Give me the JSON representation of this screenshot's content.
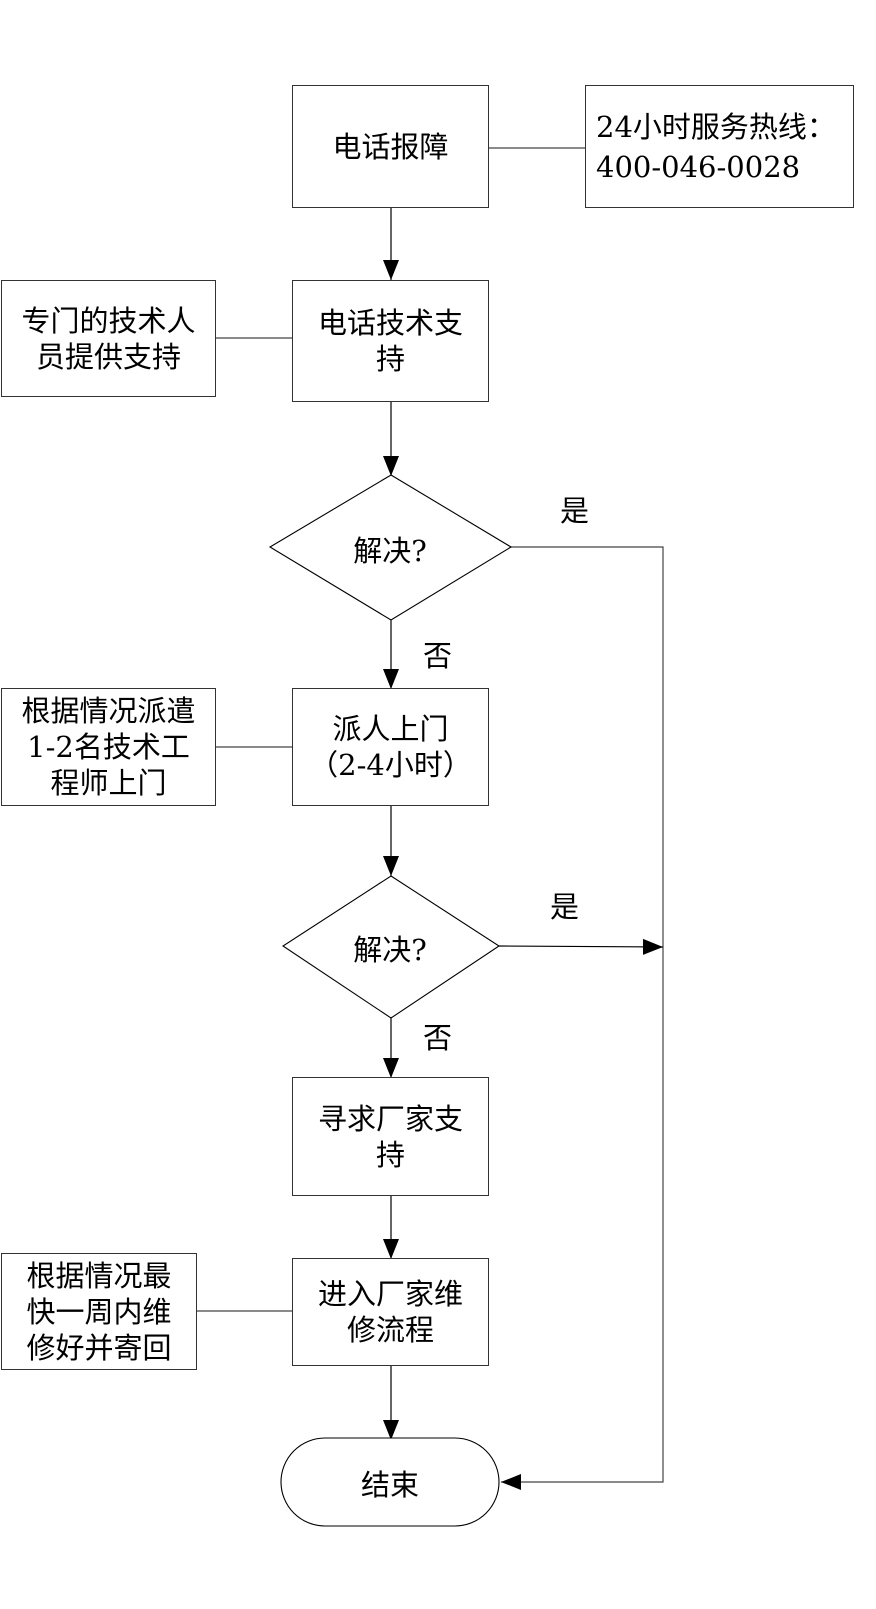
{
  "diagram": {
    "type": "flowchart",
    "nodes": {
      "report": "电话报障",
      "hotline": "24小时服务热线：\n 400-046-0028",
      "phone_support": "电话技术支\n持",
      "phone_support_note": "专门的技术人\n员提供支持",
      "decision1": "解决?",
      "onsite": "派人上门\n（2-4小时）",
      "onsite_note": "根据情况派遣\n1-2名技术工\n程师上门",
      "decision2": "解决?",
      "vendor_support": "寻求厂家支\n持",
      "vendor_repair": "进入厂家维\n修流程",
      "vendor_repair_note": "根据情况最\n快一周内维\n修好并寄回",
      "end": "结束"
    },
    "edge_labels": {
      "yes1": "是",
      "no1": "否",
      "yes2": "是",
      "no2": "否"
    }
  }
}
